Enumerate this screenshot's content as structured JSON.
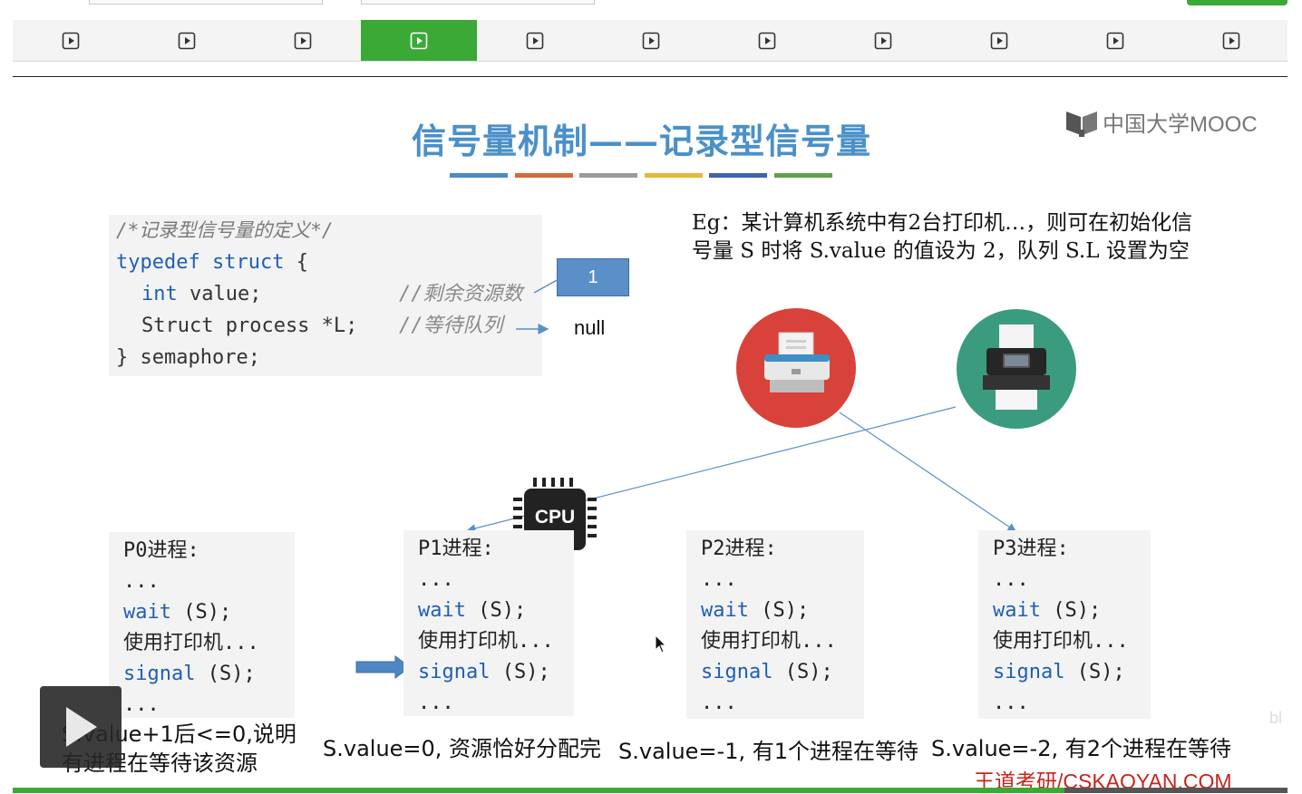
{
  "tabbar": {
    "tab_count": 11,
    "active_index": 3,
    "accent": "#3aa935"
  },
  "slide": {
    "title": "信号量机制——记录型信号量",
    "title_color": "#4a90c9",
    "title_underline_colors": [
      "#4a8ac8",
      "#d36a3a",
      "#9a9a9a",
      "#e8b73a",
      "#3f63b0",
      "#5fa24a"
    ],
    "mooc_logo": "中国大学MOOC",
    "code": {
      "comment_title": "/*记录型信号量的定义*/",
      "kw_typedef": "typedef",
      "kw_struct": "struct",
      "brace_open": " {",
      "kw_int": "int",
      "value_field": " value;",
      "comment_value": "//剩余资源数",
      "struct_line": "Struct process *L;",
      "comment_queue": "//等待队列",
      "closing": "} semaphore;"
    },
    "value_box": "1",
    "null_label": "null",
    "example_text": "Eg：某计算机系统中有2台打印机…，则可在初始化信号量 S 时将 S.value 的值设为 2，队列 S.L 设置为空",
    "cpu_label": "CPU",
    "processes": [
      {
        "name": "P0进程:",
        "dots": "...",
        "wait_kw": "wait",
        "wait_args": " (S);",
        "use": "使用打印机...",
        "signal_kw": "signal",
        "signal_args": " (S);",
        "dots2": "..."
      },
      {
        "name": "P1进程:",
        "dots": "...",
        "wait_kw": "wait",
        "wait_args": " (S);",
        "use": "使用打印机...",
        "signal_kw": "signal",
        "signal_args": " (S);",
        "dots2": "..."
      },
      {
        "name": "P2进程:",
        "dots": "...",
        "wait_kw": "wait",
        "wait_args": " (S);",
        "use": "使用打印机...",
        "signal_kw": "signal",
        "signal_args": " (S);",
        "dots2": "..."
      },
      {
        "name": "P3进程:",
        "dots": "...",
        "wait_kw": "wait",
        "wait_args": " (S);",
        "use": "使用打印机...",
        "signal_kw": "signal",
        "signal_args": " (S);",
        "dots2": "..."
      }
    ],
    "captions": {
      "p0_line1": "S.value+1后<=0,说明",
      "p0_line2": "有进程在等待该资源",
      "p1": "S.value=0, 资源恰好分配完",
      "p2": "S.value=-1, 有1个进程在等待",
      "p3": "S.value=-2, 有2个进程在等待"
    },
    "watermark": "王道考研/CSKAOYAN.COM"
  },
  "player": {
    "progress": 0.825,
    "progress_color": "#3aa935"
  }
}
